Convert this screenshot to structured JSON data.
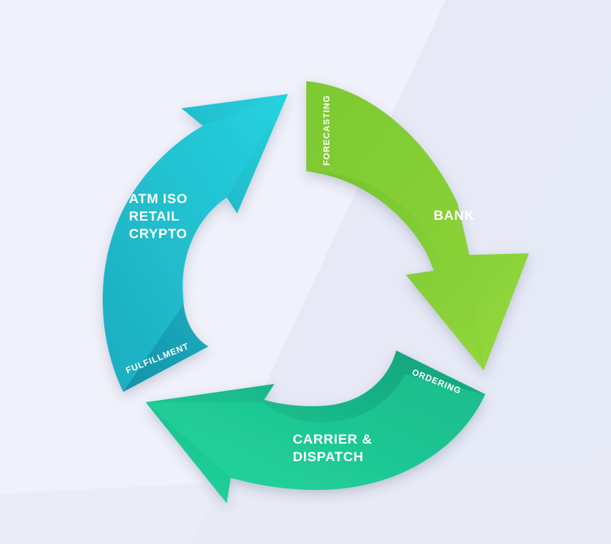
{
  "diagram": {
    "segments": [
      {
        "id": "bank",
        "stage_label": "FORECASTING",
        "main_label_lines": [
          "BANK"
        ],
        "color_light": "#8fd33a",
        "color_dark": "#5db22a"
      },
      {
        "id": "carrier",
        "stage_label": "ORDERING",
        "main_label_lines": [
          "CARRIER &",
          "DISPATCH"
        ],
        "color_light": "#1fd19a",
        "color_dark": "#15a77b"
      },
      {
        "id": "atm",
        "stage_label": "FULFILLMENT",
        "main_label_lines": [
          "ATM ISO",
          "RETAIL",
          "CRYPTO"
        ],
        "color_light": "#1ec9d9",
        "color_dark": "#1794a8"
      }
    ]
  },
  "colors": {
    "background": "#eceef8",
    "background_accent": "#dfe2f2"
  }
}
